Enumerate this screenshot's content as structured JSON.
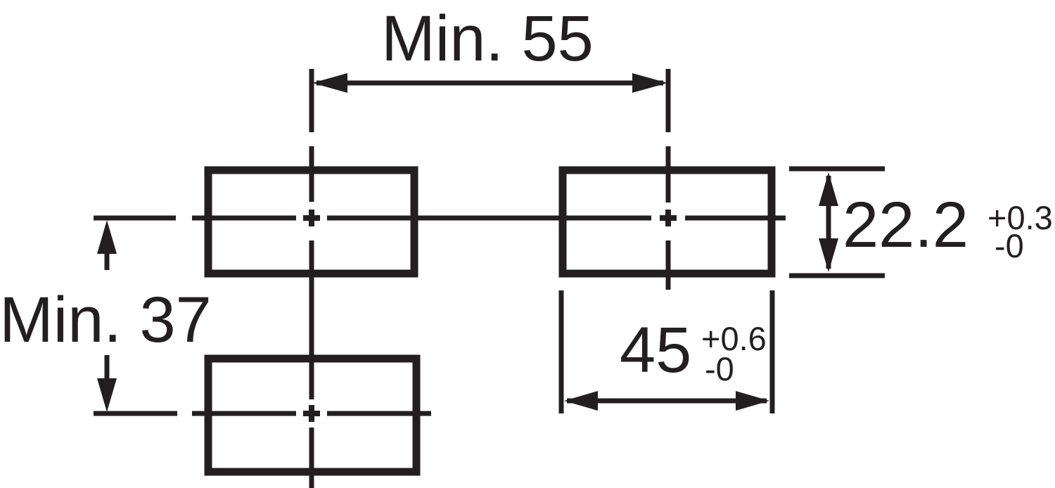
{
  "drawing": {
    "type": "engineering-dimension-drawing",
    "description": "Panel cutout dimensions with three rectangular cutouts, centerlines and toleranced dimensions",
    "background_color": "#ffffff",
    "ink_color": "#231f20",
    "dimensions": {
      "horizontal_spacing": {
        "label": "Min. 55"
      },
      "vertical_spacing": {
        "label": "Min. 37"
      },
      "cutout_height": {
        "value": "22.2",
        "tolerance_plus": "+0.3",
        "tolerance_minus": "-0"
      },
      "cutout_width": {
        "value": "45",
        "tolerance_plus": "+0.6",
        "tolerance_minus": "-0"
      }
    }
  }
}
